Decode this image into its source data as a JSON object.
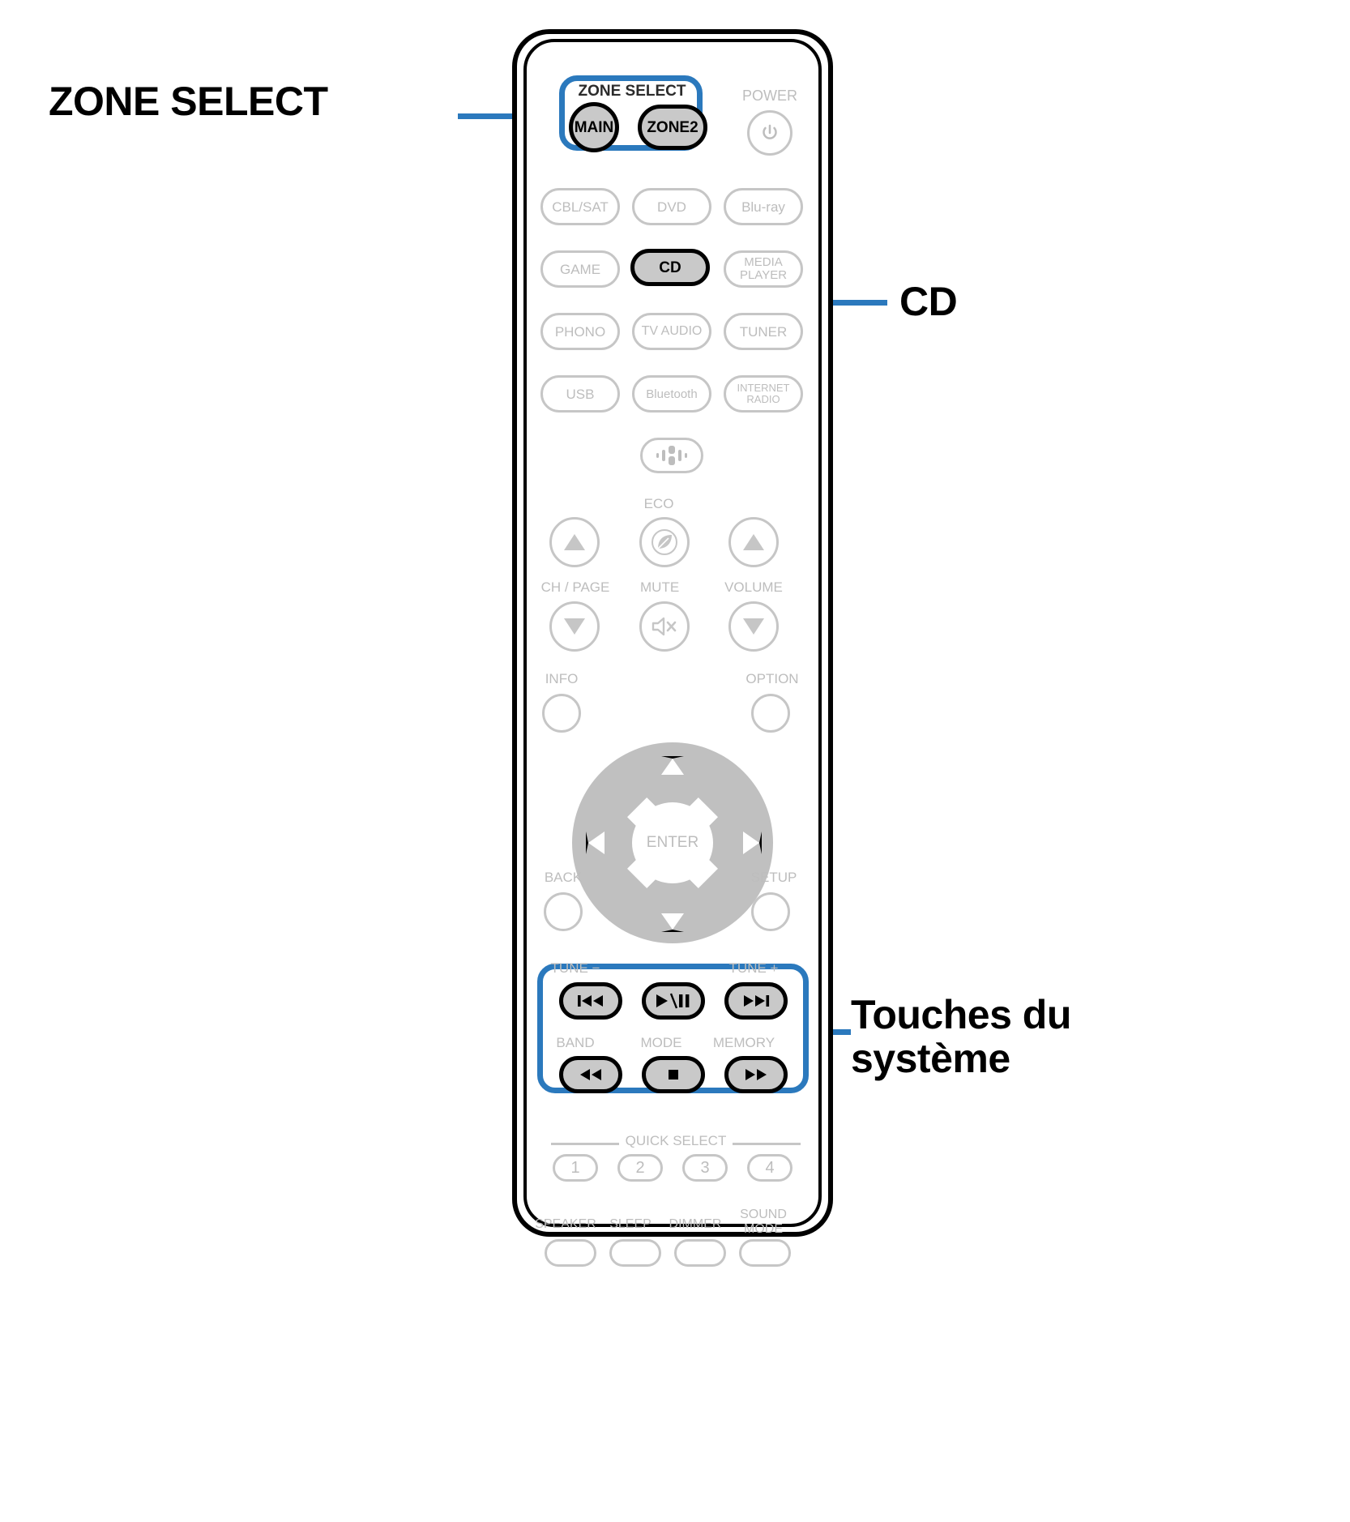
{
  "document": {
    "type": "remote-control-diagram",
    "language": "fr",
    "accent_color": "#2b79bd",
    "key_inactive_color": "#c6c6c6",
    "key_active_fill": "#c9c9c9"
  },
  "annotations": [
    {
      "id": "zone-select",
      "label": "ZONE SELECT",
      "target": "zone-select-group"
    },
    {
      "id": "cd",
      "label": "CD",
      "target": "cd-source-button"
    },
    {
      "id": "system",
      "label_line1": "Touches du",
      "label_line2": "système",
      "target": "system-buttons-group"
    }
  ],
  "remote": {
    "zone_select": {
      "group_label": "ZONE SELECT",
      "buttons": [
        {
          "name": "main",
          "label": "MAIN",
          "highlighted": true
        },
        {
          "name": "zone2",
          "label": "ZONE2",
          "highlighted": true
        }
      ]
    },
    "power": {
      "label": "POWER",
      "icon": "power-icon"
    },
    "sources": [
      {
        "label": "CBL/SAT",
        "highlighted": false
      },
      {
        "label": "DVD",
        "highlighted": false
      },
      {
        "label": "Blu-ray",
        "highlighted": false
      },
      {
        "label": "GAME",
        "highlighted": false
      },
      {
        "label": "CD",
        "highlighted": true
      },
      {
        "label": "MEDIA\nPLAYER",
        "line1": "MEDIA",
        "line2": "PLAYER",
        "highlighted": false
      },
      {
        "label": "PHONO",
        "highlighted": false
      },
      {
        "label": "TV AUDIO",
        "highlighted": false
      },
      {
        "label": "TUNER",
        "highlighted": false
      },
      {
        "label": "USB",
        "highlighted": false
      },
      {
        "label": "Bluetooth",
        "highlighted": false
      },
      {
        "label": "INTERNET\nRADIO",
        "line1": "INTERNET",
        "line2": "RADIO",
        "highlighted": false
      }
    ],
    "sound_mode_key": {
      "icon": "sound-mode-icon",
      "label": ""
    },
    "eco": {
      "label": "ECO",
      "icon": "leaf-icon"
    },
    "ch_page": {
      "label": "CH / PAGE",
      "up_icon": "triangle-up-icon",
      "down_icon": "triangle-down-icon"
    },
    "mute": {
      "label": "MUTE",
      "icon": "mute-speaker-icon"
    },
    "volume": {
      "label": "VOLUME",
      "up_icon": "triangle-up-icon",
      "down_icon": "triangle-down-icon"
    },
    "info": {
      "label": "INFO"
    },
    "option": {
      "label": "OPTION"
    },
    "cursor_pad": {
      "center_label": "ENTER",
      "up_icon": "cursor-up-icon",
      "down_icon": "cursor-down-icon",
      "left_icon": "cursor-left-icon",
      "right_icon": "cursor-right-icon"
    },
    "back": {
      "label": "BACK"
    },
    "setup": {
      "label": "SETUP"
    },
    "system_buttons": {
      "top_labels": [
        "TUNE −",
        "",
        "TUNE +"
      ],
      "bottom_labels": [
        "BAND",
        "MODE",
        "MEMORY"
      ],
      "top_row": [
        {
          "name": "skip-previous",
          "icon": "skip-previous-icon",
          "highlighted": true
        },
        {
          "name": "play-pause",
          "icon": "play-pause-icon",
          "highlighted": true
        },
        {
          "name": "skip-next",
          "icon": "skip-next-icon",
          "highlighted": true
        }
      ],
      "bottom_row": [
        {
          "name": "rewind",
          "icon": "rewind-icon",
          "highlighted": true
        },
        {
          "name": "stop",
          "icon": "stop-icon",
          "highlighted": true
        },
        {
          "name": "fast-forward",
          "icon": "fast-forward-icon",
          "highlighted": true
        }
      ]
    },
    "quick_select": {
      "label": "QUICK SELECT",
      "buttons": [
        "1",
        "2",
        "3",
        "4"
      ]
    },
    "bottom_row": [
      {
        "label": "SPEAKER"
      },
      {
        "label": "SLEEP"
      },
      {
        "label": "DIMMER"
      },
      {
        "label": "SOUND\nMODE",
        "line1": "SOUND",
        "line2": "MODE"
      }
    ]
  }
}
